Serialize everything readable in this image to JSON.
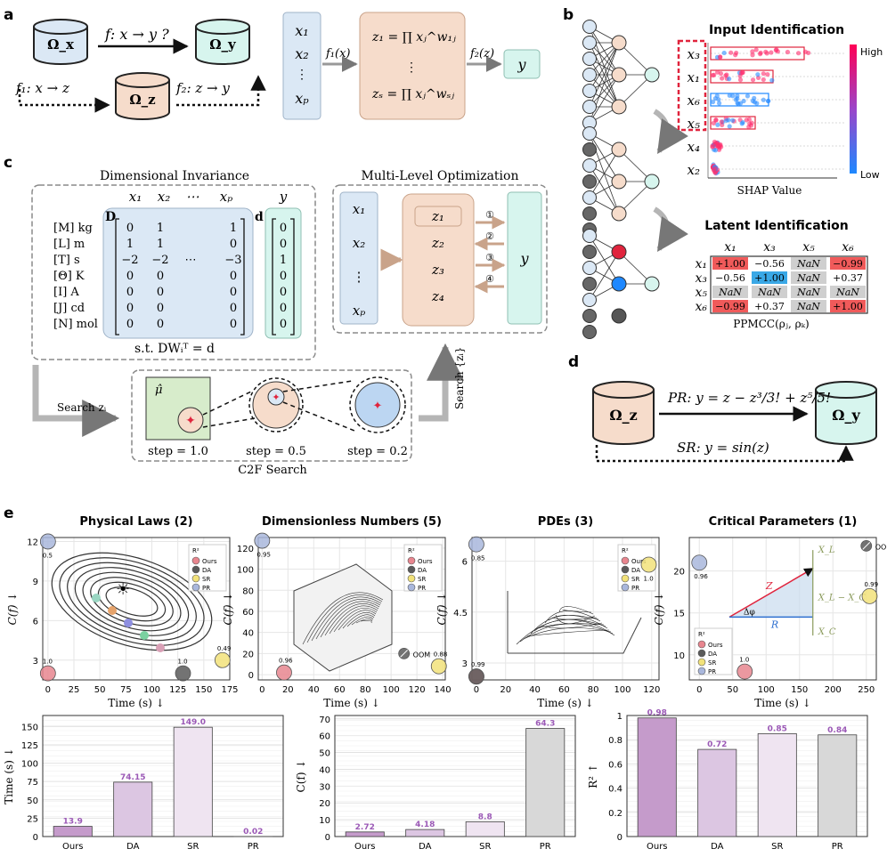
{
  "panel_labels": {
    "a": "a",
    "b": "b",
    "c": "c",
    "d": "d",
    "e": "e"
  },
  "colors": {
    "blue_box": "#dbe8f5",
    "peach_box": "#f6dccb",
    "mint_box": "#d7f5ee",
    "gray_border": "#8a8a8a",
    "red": "#e0243d",
    "arrow_gray": "#b5b5b5"
  },
  "panel_a": {
    "omega_x": "Ω_x",
    "omega_y": "Ω_y",
    "omega_z": "Ω_z",
    "f_label": "f: x → y ?",
    "f1_label": "f₁: x → z",
    "f2_label": "f₂: z → y",
    "inputs": [
      "x₁",
      "x₂",
      "⋮",
      "xₚ"
    ],
    "f1x": "f₁(x)",
    "z1": "z₁ = ∏ xⱼ^w₁ⱼ",
    "zdots": "⋮",
    "zs": "zₛ = ∏ xⱼ^wₛⱼ",
    "f2z": "f₂(z)",
    "y": "y"
  },
  "panel_b": {
    "title_top": "Input Identification",
    "shap_label": "SHAP Value",
    "high": "High",
    "low": "Low",
    "shap_features": [
      "x₃",
      "x₁",
      "x₆",
      "x₅",
      "x₄",
      "x₂"
    ],
    "title_bottom": "Latent Identification",
    "ppmcc_label": "PPMCC(ρⱼ, ρₖ)",
    "matrix_cols": [
      "x₁",
      "x₃",
      "x₅",
      "x₆"
    ],
    "matrix_rows": [
      "x₁",
      "x₃",
      "x₅",
      "x₆"
    ],
    "matrix": [
      [
        "+1.00",
        "−0.56",
        "NaN",
        "−0.99"
      ],
      [
        "−0.56",
        "+1.00",
        "NaN",
        "+0.37"
      ],
      [
        "NaN",
        "NaN",
        "NaN",
        "NaN"
      ],
      [
        "−0.99",
        "+0.37",
        "NaN",
        "+1.00"
      ]
    ]
  },
  "panel_c": {
    "title_left": "Dimensional  Invariance",
    "col_heads": [
      "x₁",
      "x₂",
      "⋯",
      "xₚ"
    ],
    "y_head": "y",
    "D": "D",
    "d": "d",
    "units": [
      "[M] kg",
      "[L]  m",
      "[T]  s",
      "[Θ]  K",
      "[I]   A",
      "[J]  cd",
      "[N]  mol"
    ],
    "D_rows": [
      [
        "0",
        "1",
        "",
        "1"
      ],
      [
        "1",
        "1",
        "",
        "0"
      ],
      [
        "−2",
        "−2",
        "⋯",
        "−3"
      ],
      [
        "0",
        "0",
        "",
        "0"
      ],
      [
        "0",
        "0",
        "",
        "0"
      ],
      [
        "0",
        "0",
        "",
        "0"
      ],
      [
        "0",
        "0",
        "",
        "0"
      ]
    ],
    "d_vals": [
      "0",
      "0",
      "1",
      "0",
      "0",
      "0",
      "0"
    ],
    "constraint": "s.t.  DWᵢᵀ = d",
    "title_right": "Multi-Level Optimization",
    "mlo_inputs": [
      "x₁",
      "x₂",
      "⋮",
      "xₚ"
    ],
    "mlo_z": [
      "z₁",
      "z₂",
      "z₃",
      "z₄"
    ],
    "mlo_y": "y",
    "steps_circ": [
      "①",
      "②",
      "③",
      "④"
    ],
    "search_zi": "Search zᵢ",
    "search_set": "Search {zᵢ}",
    "mu_hat": "μ̂",
    "steps": [
      "step = 1.0",
      "step = 0.5",
      "step = 0.2"
    ],
    "c2f": "C2F Search"
  },
  "panel_d": {
    "omega_z": "Ω_z",
    "omega_y": "Ω_y",
    "pr": "PR:  y = z − z³/3! + z⁵/5!",
    "sr": "SR:  y = sin(z)"
  },
  "panel_e": {
    "legend_title": "R²",
    "legend": [
      "Ours",
      "DA",
      "SR",
      "PR"
    ],
    "method_colors": [
      "#e8868f",
      "#5a5a5a",
      "#f2e27a",
      "#a9b7dc"
    ],
    "plot_titles": [
      "Physical Laws (2)",
      "Dimensionless Numbers (5)",
      "PDEs (3)",
      "Critical Parameters (1)"
    ],
    "xlabel": "Time (s) ↓",
    "ylabel": "C(f) ↓",
    "oom": "OOM",
    "bar_ylabels": [
      "Time (s) ↓",
      "C(f) ↓",
      "R² ↑"
    ]
  },
  "chart_data": [
    {
      "type": "scatter",
      "title": "Physical Laws (2)",
      "xlabel": "Time (s) ↓",
      "ylabel": "C(f) ↓",
      "xlim": [
        -5,
        175
      ],
      "ylim": [
        1.5,
        12.3
      ],
      "xticks": [
        0,
        25,
        50,
        75,
        100,
        125,
        150,
        175
      ],
      "yticks": [
        3,
        6,
        9,
        12
      ],
      "series": [
        {
          "name": "Ours",
          "x": [
            0
          ],
          "y": [
            2
          ],
          "label": "1.0"
        },
        {
          "name": "DA",
          "x": [
            130
          ],
          "y": [
            2
          ],
          "label": "1.0"
        },
        {
          "name": "SR",
          "x": [
            168
          ],
          "y": [
            3
          ],
          "label": "0.49"
        },
        {
          "name": "PR",
          "x": [
            0
          ],
          "y": [
            12
          ],
          "label": "0.5"
        }
      ]
    },
    {
      "type": "scatter",
      "title": "Dimensionless Numbers (5)",
      "xlabel": "Time (s) ↓",
      "ylabel": "C(f) ↓",
      "xlim": [
        -3,
        142
      ],
      "ylim": [
        -5,
        130
      ],
      "xticks": [
        0,
        20,
        40,
        60,
        80,
        100,
        120,
        140
      ],
      "yticks": [
        0,
        20,
        40,
        60,
        80,
        100,
        120
      ],
      "series": [
        {
          "name": "Ours",
          "x": [
            17
          ],
          "y": [
            2
          ],
          "label": "0.96"
        },
        {
          "name": "DA",
          "x": [
            110
          ],
          "y": [
            20
          ],
          "label": "OOM"
        },
        {
          "name": "SR",
          "x": [
            137
          ],
          "y": [
            8
          ],
          "label": "0.88"
        },
        {
          "name": "PR",
          "x": [
            0
          ],
          "y": [
            127
          ],
          "label": "0.95"
        }
      ]
    },
    {
      "type": "scatter",
      "title": "PDEs (3)",
      "xlabel": "Time (s) ↓",
      "ylabel": "C(f) ↓",
      "xlim": [
        -3,
        125
      ],
      "ylim": [
        2.5,
        6.7
      ],
      "xticks": [
        0,
        20,
        40,
        60,
        80,
        100,
        120
      ],
      "yticks": [
        3.0,
        4.5,
        6.0
      ],
      "series": [
        {
          "name": "Ours",
          "x": [
            0
          ],
          "y": [
            2.6
          ],
          "label": ""
        },
        {
          "name": "DA",
          "x": [
            0
          ],
          "y": [
            2.6
          ],
          "label": "0.99"
        },
        {
          "name": "SR",
          "x": [
            118
          ],
          "y": [
            5.9
          ],
          "label": "1.0"
        },
        {
          "name": "PR",
          "x": [
            0
          ],
          "y": [
            6.5
          ],
          "label": "0.85"
        }
      ]
    },
    {
      "type": "scatter",
      "title": "Critical Parameters (1)",
      "xlabel": "Time (s) ↓",
      "ylabel": "C(f) ↓",
      "xlim": [
        -15,
        265
      ],
      "ylim": [
        7,
        24
      ],
      "xticks": [
        0,
        50,
        100,
        150,
        200,
        250
      ],
      "yticks": [
        10,
        15,
        20
      ],
      "series": [
        {
          "name": "Ours",
          "x": [
            68
          ],
          "y": [
            8
          ],
          "label": "1.0"
        },
        {
          "name": "DA",
          "x": [
            250
          ],
          "y": [
            23
          ],
          "label": "OOM"
        },
        {
          "name": "SR",
          "x": [
            255
          ],
          "y": [
            17
          ],
          "label": "0.99"
        },
        {
          "name": "PR",
          "x": [
            0
          ],
          "y": [
            21
          ],
          "label": "0.96"
        }
      ]
    },
    {
      "type": "bar",
      "ylabel": "Time (s) ↓",
      "categories": [
        "Ours",
        "DA",
        "SR",
        "PR"
      ],
      "values": [
        13.9,
        74.15,
        149.0,
        0.02
      ],
      "labels": [
        "13.9",
        "74.15",
        "149.0",
        "0.02"
      ],
      "ylim": [
        0,
        165
      ],
      "yticks": [
        0,
        25,
        50,
        75,
        100,
        125,
        150
      ]
    },
    {
      "type": "bar",
      "ylabel": "C(f) ↓",
      "categories": [
        "Ours",
        "DA",
        "SR",
        "PR"
      ],
      "values": [
        2.72,
        4.18,
        8.8,
        64.3
      ],
      "labels": [
        "2.72",
        "4.18",
        "8.8",
        "64.3"
      ],
      "ylim": [
        0,
        72
      ],
      "yticks": [
        0,
        10,
        20,
        30,
        40,
        50,
        60,
        70
      ]
    },
    {
      "type": "bar",
      "ylabel": "R² ↑",
      "categories": [
        "Ours",
        "DA",
        "SR",
        "PR"
      ],
      "values": [
        0.98,
        0.72,
        0.85,
        0.84
      ],
      "labels": [
        "0.98",
        "0.72",
        "0.85",
        "0.84"
      ],
      "ylim": [
        0,
        1.0
      ],
      "yticks": [
        0.0,
        0.2,
        0.4,
        0.6,
        0.8,
        1.0
      ]
    }
  ]
}
